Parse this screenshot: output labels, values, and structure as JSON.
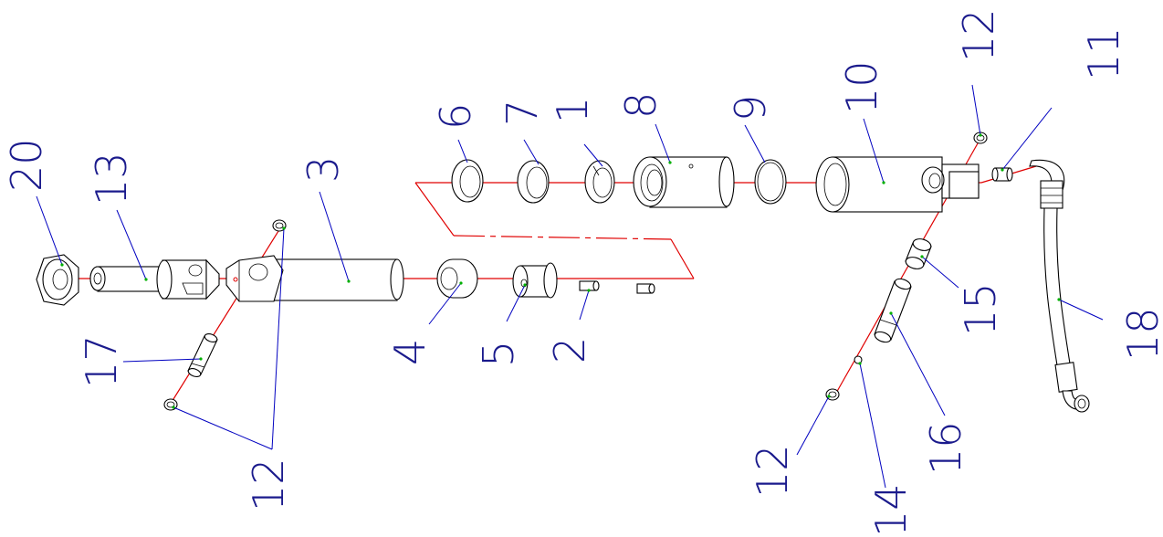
{
  "callouts": {
    "c20": "20",
    "c13": "13",
    "c3": "3",
    "c17": "17",
    "c12a": "12",
    "c4": "4",
    "c5": "5",
    "c2": "2",
    "c6": "6",
    "c7": "7",
    "c1": "1",
    "c8": "8",
    "c9": "9",
    "c10": "10",
    "c12b": "12",
    "c11": "11",
    "c15": "15",
    "c16": "16",
    "c14": "14",
    "c12c": "12",
    "c18": "18"
  },
  "colors": {
    "axis": "#e00000",
    "leader": "#0000c0",
    "callout_text": "#1a1a8c",
    "part_stroke": "#000000",
    "leader_tip": "#00b000"
  }
}
